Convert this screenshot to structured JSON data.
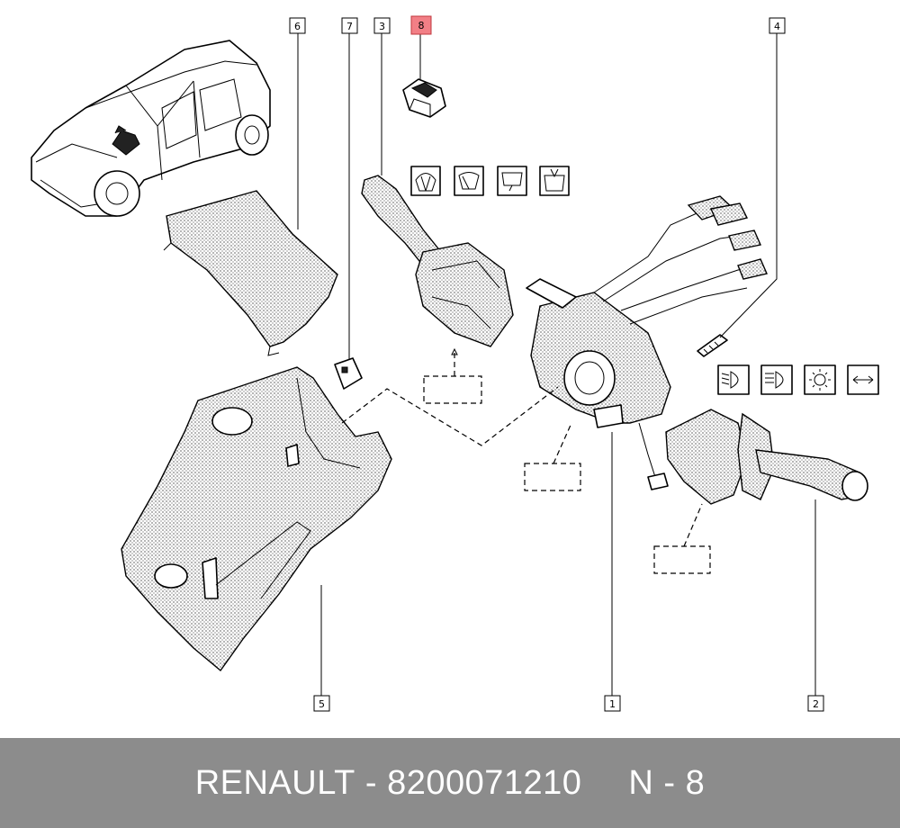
{
  "footer": {
    "brand": "RENAULT",
    "separator": " - ",
    "part_number": "8200071210",
    "position_label": "N - 8"
  },
  "callouts": [
    {
      "label": "1"
    },
    {
      "label": "2"
    },
    {
      "label": "3"
    },
    {
      "label": "4"
    },
    {
      "label": "5"
    },
    {
      "label": "6"
    },
    {
      "label": "7"
    },
    {
      "label": "8",
      "highlighted": true
    }
  ],
  "symbols": {
    "wiper": [
      "front-wiper-icon",
      "rear-wiper-icon",
      "windscreen-icon",
      "washer-icon"
    ],
    "lights": [
      "dipped-beam-icon",
      "main-beam-icon",
      "sidelight-icon",
      "indicator-icon"
    ]
  },
  "colors": {
    "highlight_fill": "#f27f86",
    "footer_background": "#8c8c8c",
    "footer_text": "#ffffff"
  }
}
